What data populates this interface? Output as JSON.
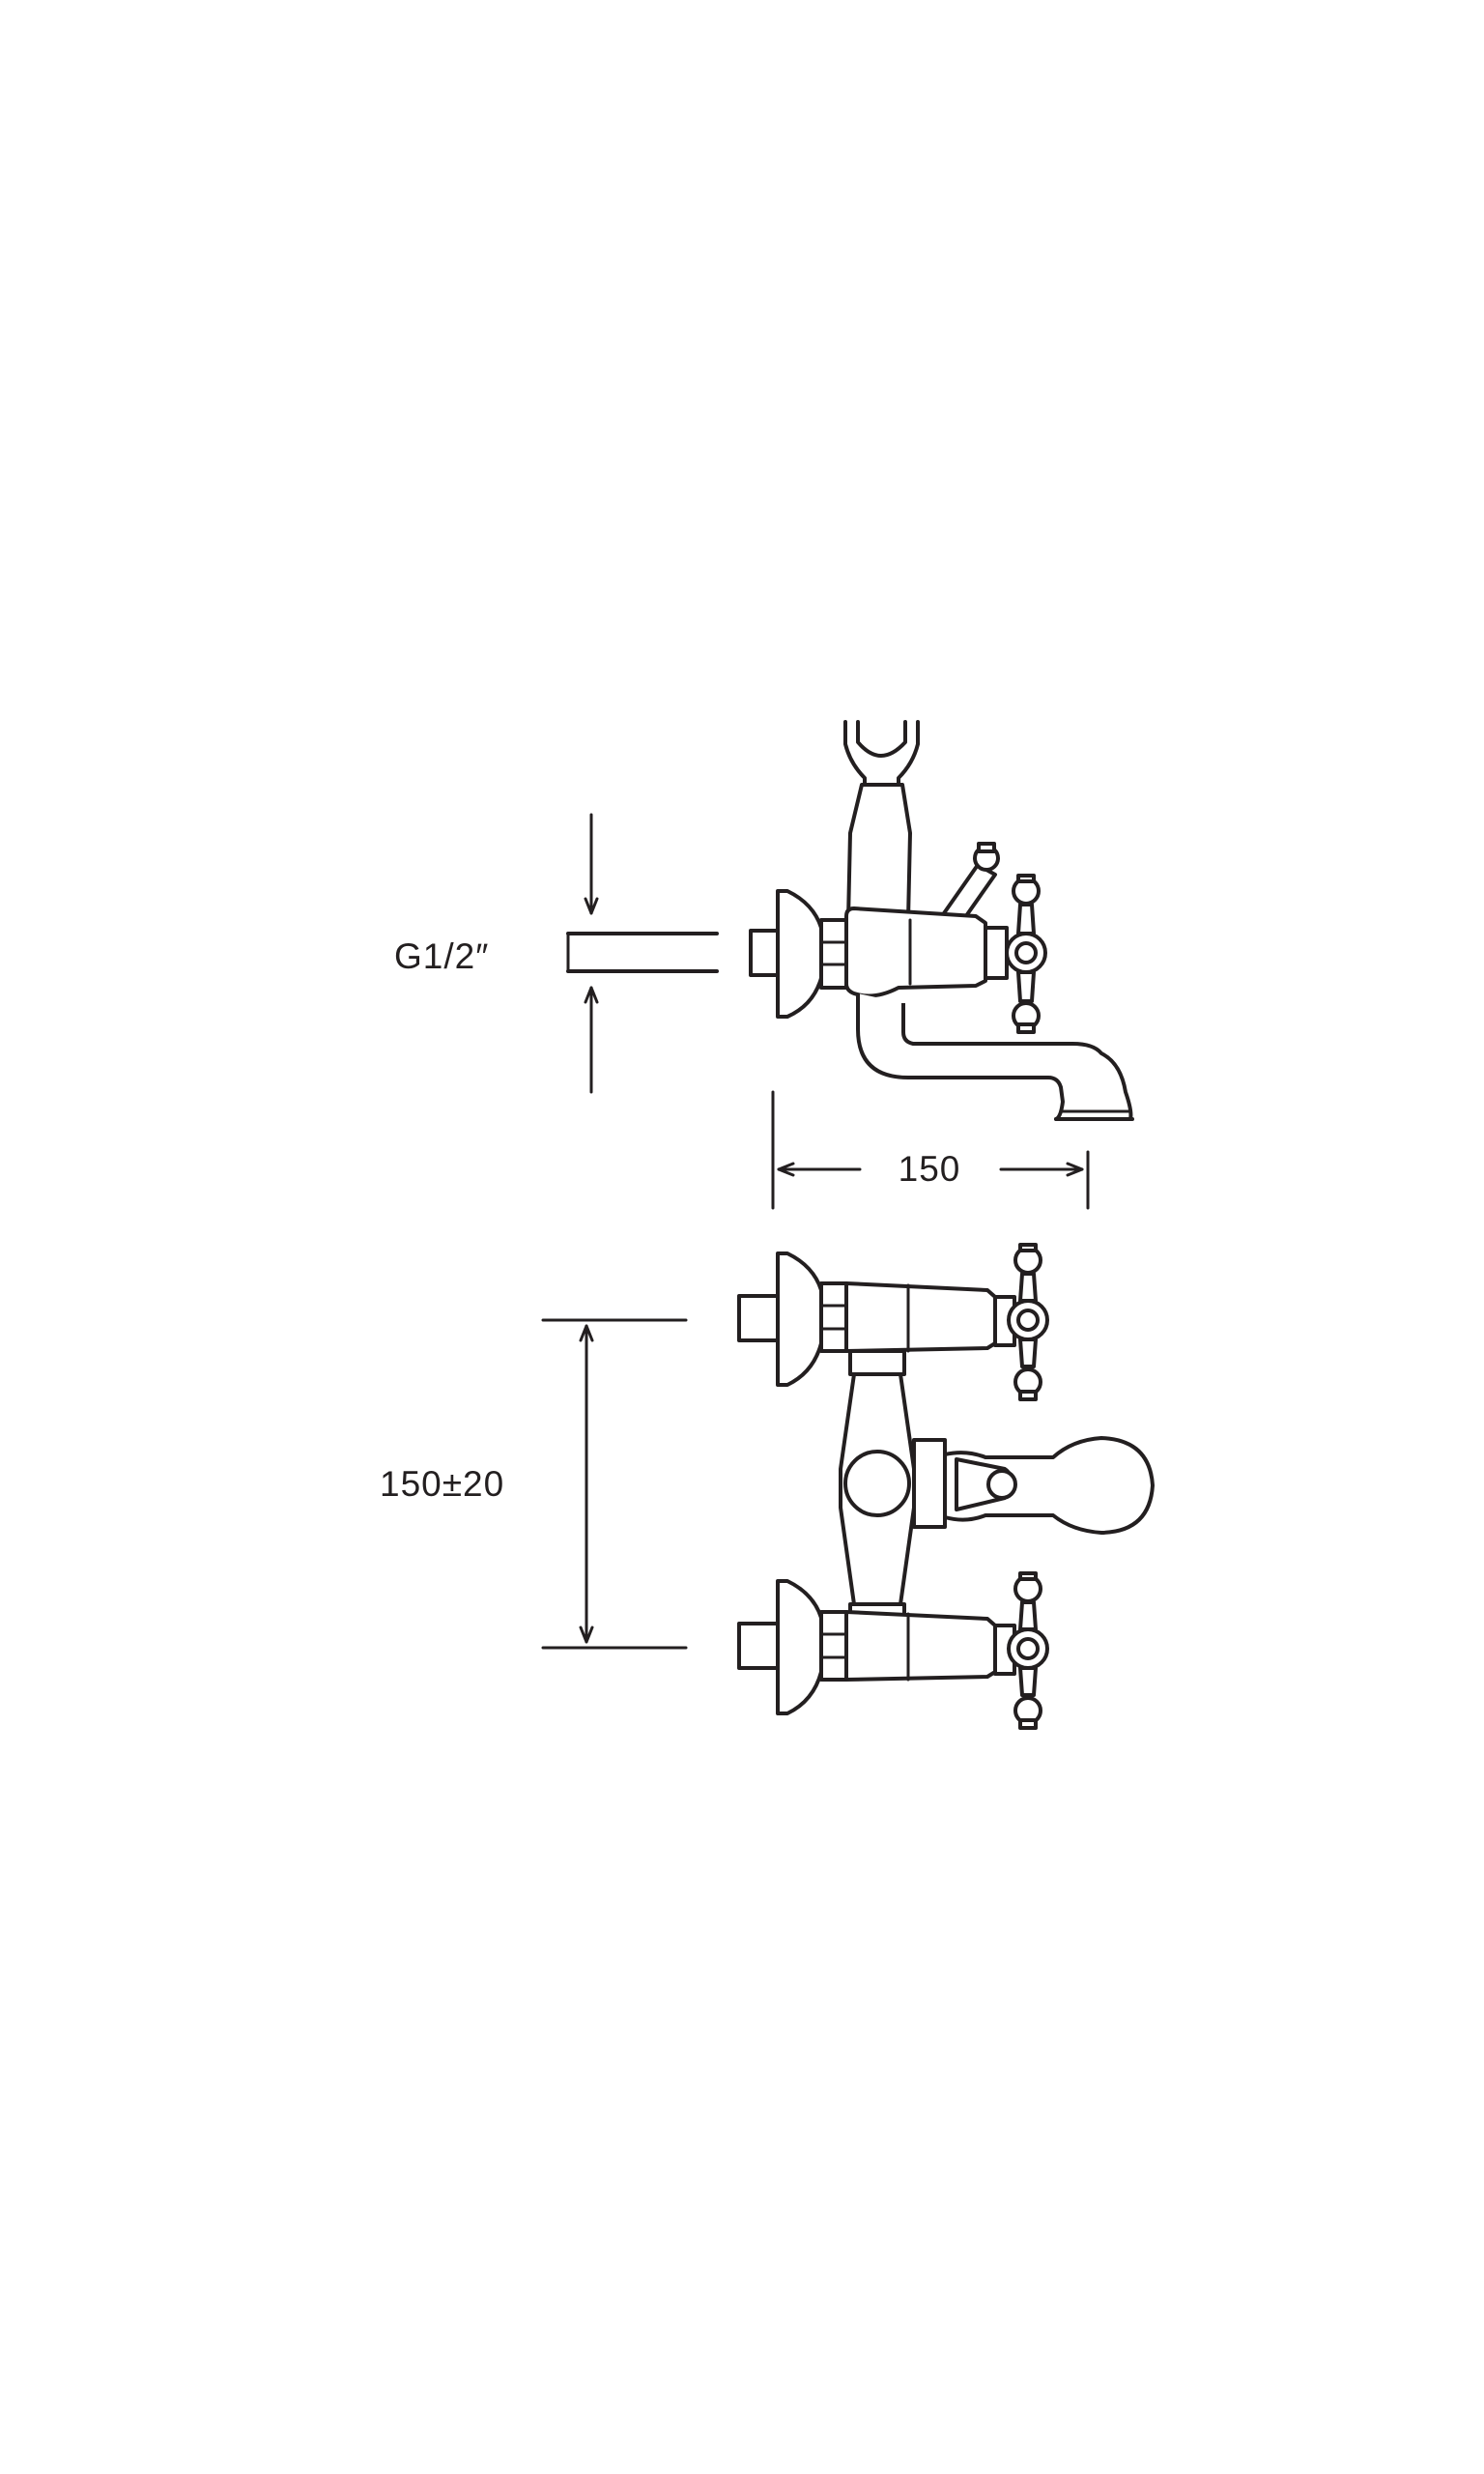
{
  "dimensions": {
    "thread_size": "G1/2″",
    "projection": "150",
    "inlet_spacing": "150±20"
  },
  "colors": {
    "background": "#ffffff",
    "ink": "#231f20"
  }
}
